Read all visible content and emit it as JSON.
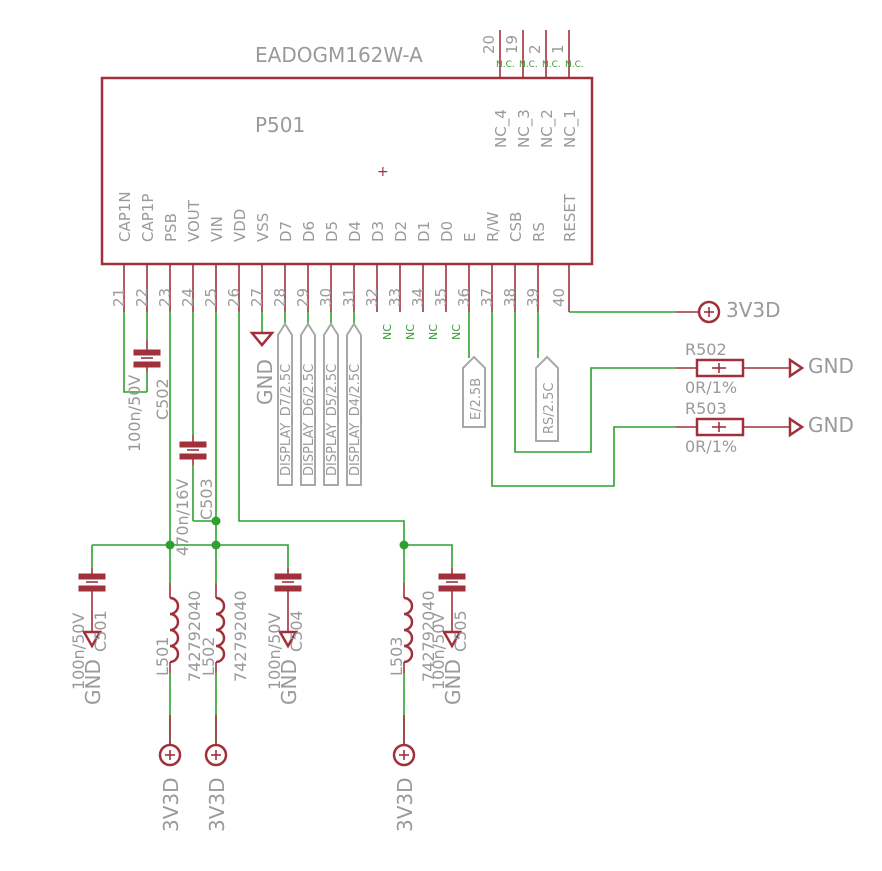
{
  "component": {
    "name": "EADOGM162W-A",
    "ref": "P501",
    "top_pins": [
      {
        "num": "20",
        "label": "NC_4"
      },
      {
        "num": "19",
        "label": "NC_3"
      },
      {
        "num": "2",
        "label": "NC_2"
      },
      {
        "num": "1",
        "label": "NC_1"
      }
    ],
    "nc_mark": "N.C.",
    "bottom_pins": [
      {
        "num": "21",
        "label": "CAP1N"
      },
      {
        "num": "22",
        "label": "CAP1P"
      },
      {
        "num": "23",
        "label": "PSB"
      },
      {
        "num": "24",
        "label": "VOUT"
      },
      {
        "num": "25",
        "label": "VIN"
      },
      {
        "num": "26",
        "label": "VDD"
      },
      {
        "num": "27",
        "label": "VSS"
      },
      {
        "num": "28",
        "label": "D7"
      },
      {
        "num": "29",
        "label": "D6"
      },
      {
        "num": "30",
        "label": "D5"
      },
      {
        "num": "31",
        "label": "D4"
      },
      {
        "num": "32",
        "label": "D3"
      },
      {
        "num": "33",
        "label": "D2"
      },
      {
        "num": "34",
        "label": "D1"
      },
      {
        "num": "35",
        "label": "D0"
      },
      {
        "num": "36",
        "label": "E"
      },
      {
        "num": "37",
        "label": "R/W"
      },
      {
        "num": "38",
        "label": "CSB"
      },
      {
        "num": "39",
        "label": "RS"
      },
      {
        "num": "40",
        "label": "RESET"
      }
    ],
    "origin_mark": "+"
  },
  "nets": {
    "supply_3v3": "3V3D",
    "ground": "GND",
    "nc_short": "NC"
  },
  "flags": {
    "d7": "DISPLAY_D7/2.5C",
    "d6": "DISPLAY_D6/2.5C",
    "d5": "DISPLAY_D5/2.5C",
    "d4": "DISPLAY_D4/2.5C",
    "e": "E/2.5B",
    "rs": "RS/2.5C"
  },
  "resistors": [
    {
      "ref": "R502",
      "value": "0R/1%"
    },
    {
      "ref": "R503",
      "value": "0R/1%"
    }
  ],
  "capacitors": [
    {
      "ref": "C501",
      "value": "100n/50V"
    },
    {
      "ref": "C502",
      "value": "100n/50V"
    },
    {
      "ref": "C503",
      "value": "470n/16V"
    },
    {
      "ref": "C504",
      "value": "100n/50V"
    },
    {
      "ref": "C505",
      "value": "100n/50V"
    }
  ],
  "inductors": [
    {
      "ref": "L501",
      "value": "742792040"
    },
    {
      "ref": "L502",
      "value": "742792040"
    },
    {
      "ref": "L503",
      "value": "742792040"
    }
  ]
}
